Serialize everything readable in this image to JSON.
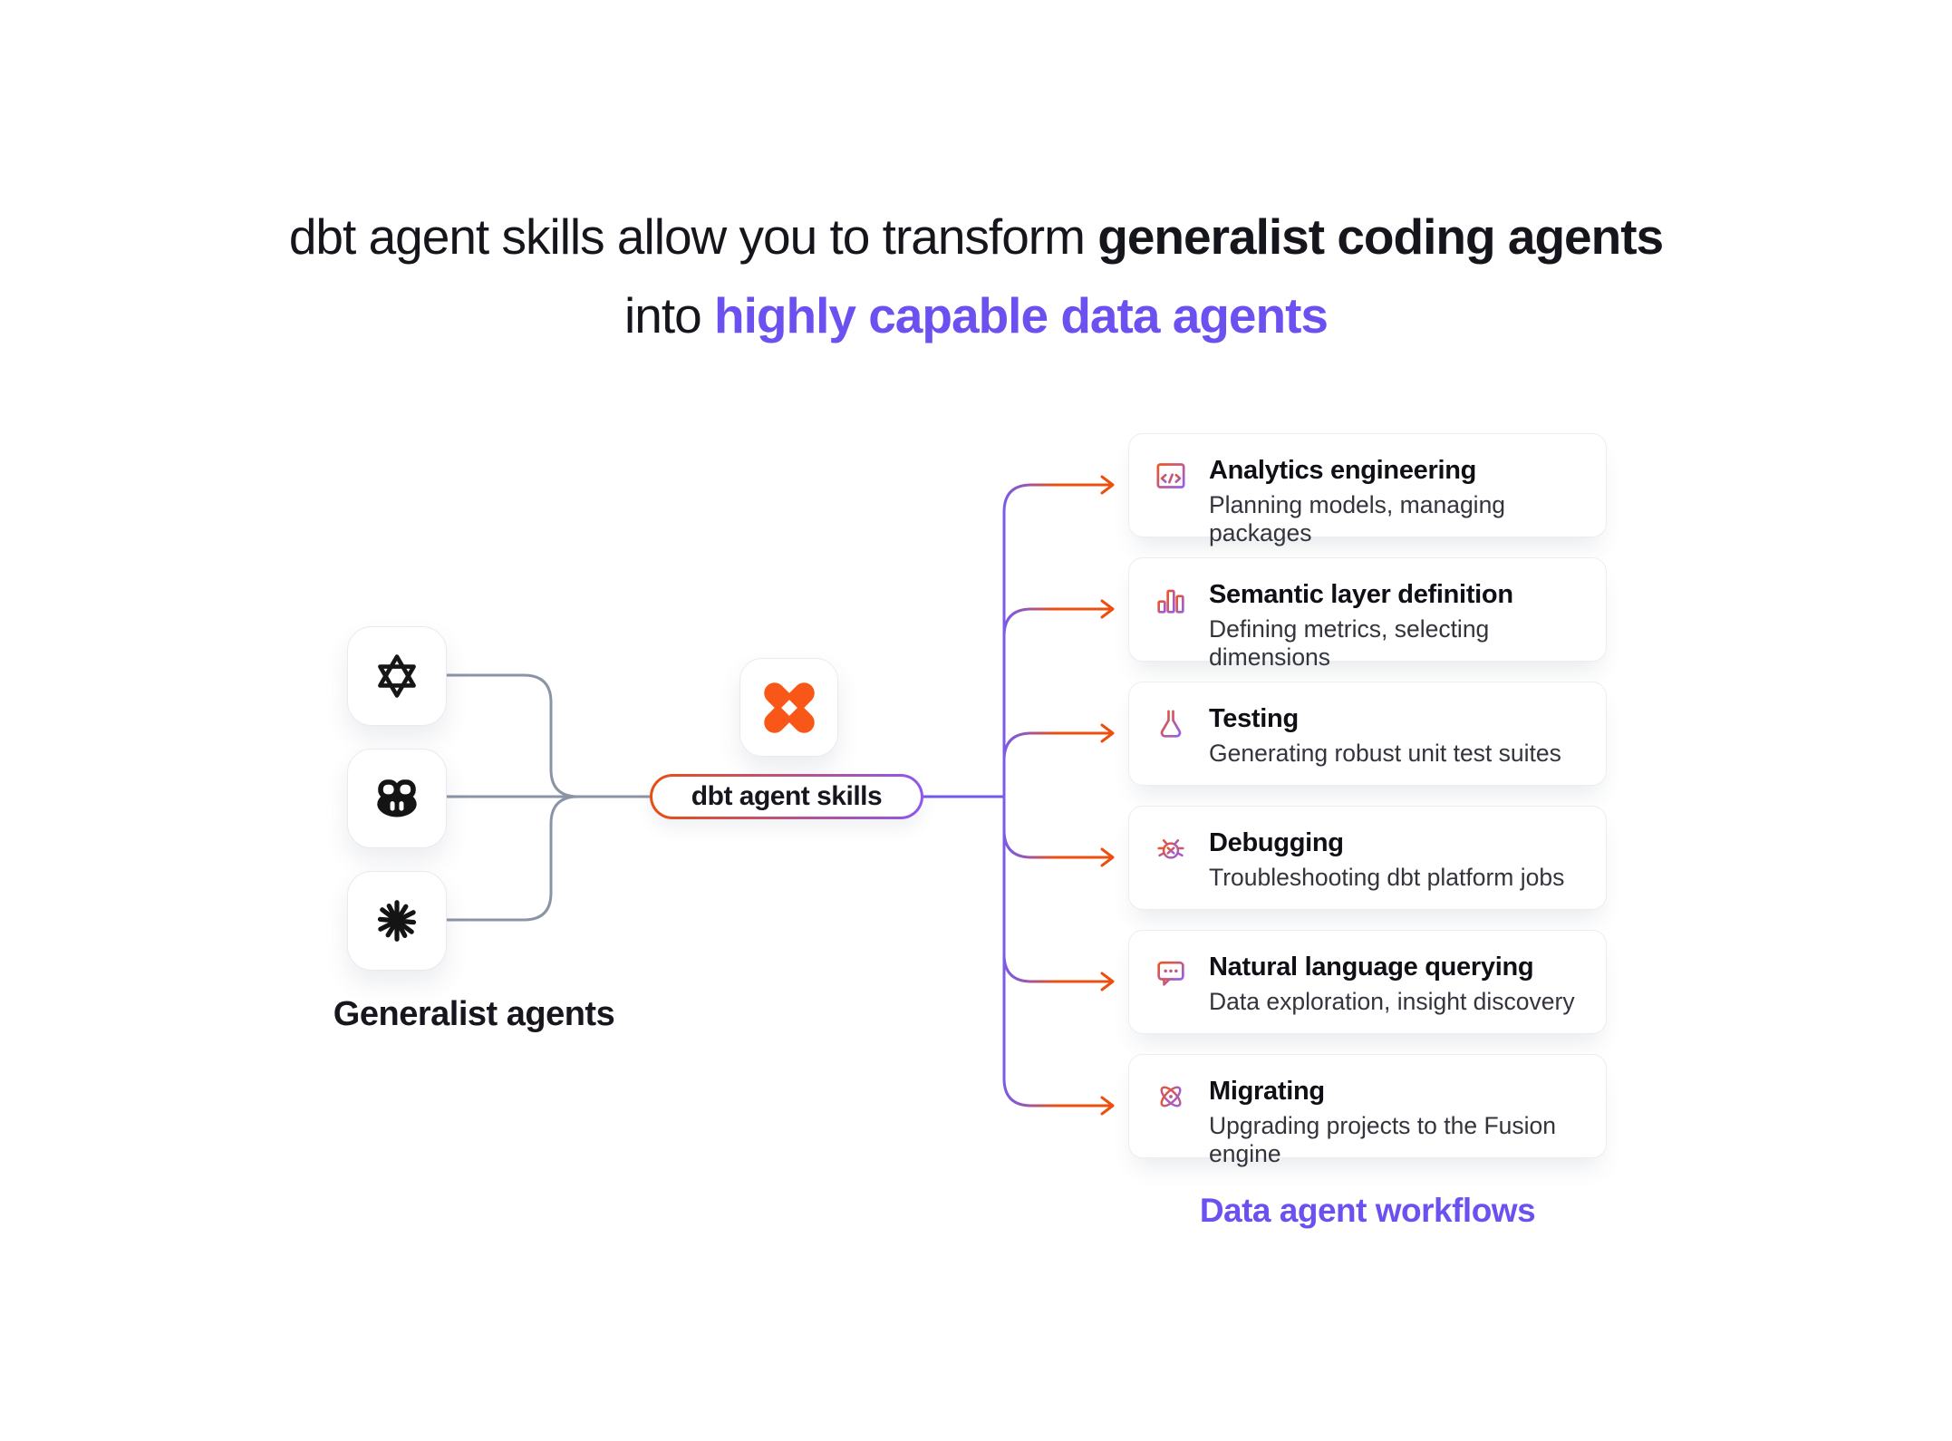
{
  "title": {
    "line1_regular": "dbt agent skills allow you to transform ",
    "line1_bold": "generalist coding agents",
    "line2_regular": "into ",
    "line2_bold": "highly capable data agents"
  },
  "generalist": {
    "label": "Generalist agents",
    "agents": [
      {
        "icon": "openai-logo-icon"
      },
      {
        "icon": "github-copilot-logo-icon"
      },
      {
        "icon": "anthropic-starburst-logo-icon"
      }
    ]
  },
  "hub": {
    "logo": "dbt-logo-icon",
    "pill_label": "dbt agent skills"
  },
  "workflows": {
    "label": "Data agent workflows",
    "cards": [
      {
        "icon": "code-window-icon",
        "title": "Analytics engineering",
        "subtitle": "Planning models, managing packages"
      },
      {
        "icon": "bar-chart-icon",
        "title": "Semantic layer definition",
        "subtitle": "Defining metrics, selecting dimensions"
      },
      {
        "icon": "flask-icon",
        "title": "Testing",
        "subtitle": "Generating robust unit test suites"
      },
      {
        "icon": "bug-icon",
        "title": "Debugging",
        "subtitle": "Troubleshooting dbt platform jobs"
      },
      {
        "icon": "chat-bubble-icon",
        "title": "Natural language querying",
        "subtitle": "Data exploration, insight discovery"
      },
      {
        "icon": "atom-icon",
        "title": "Migrating",
        "subtitle": "Upgrading projects to the Fusion engine"
      }
    ]
  },
  "colors": {
    "accent_purple": "#6C50F0",
    "accent_orange": "#EB5010",
    "line_purple": "#7B5BE8",
    "line_gray": "#8A94A6",
    "dbt_orange": "#F95718",
    "text_dark": "#15151C"
  }
}
